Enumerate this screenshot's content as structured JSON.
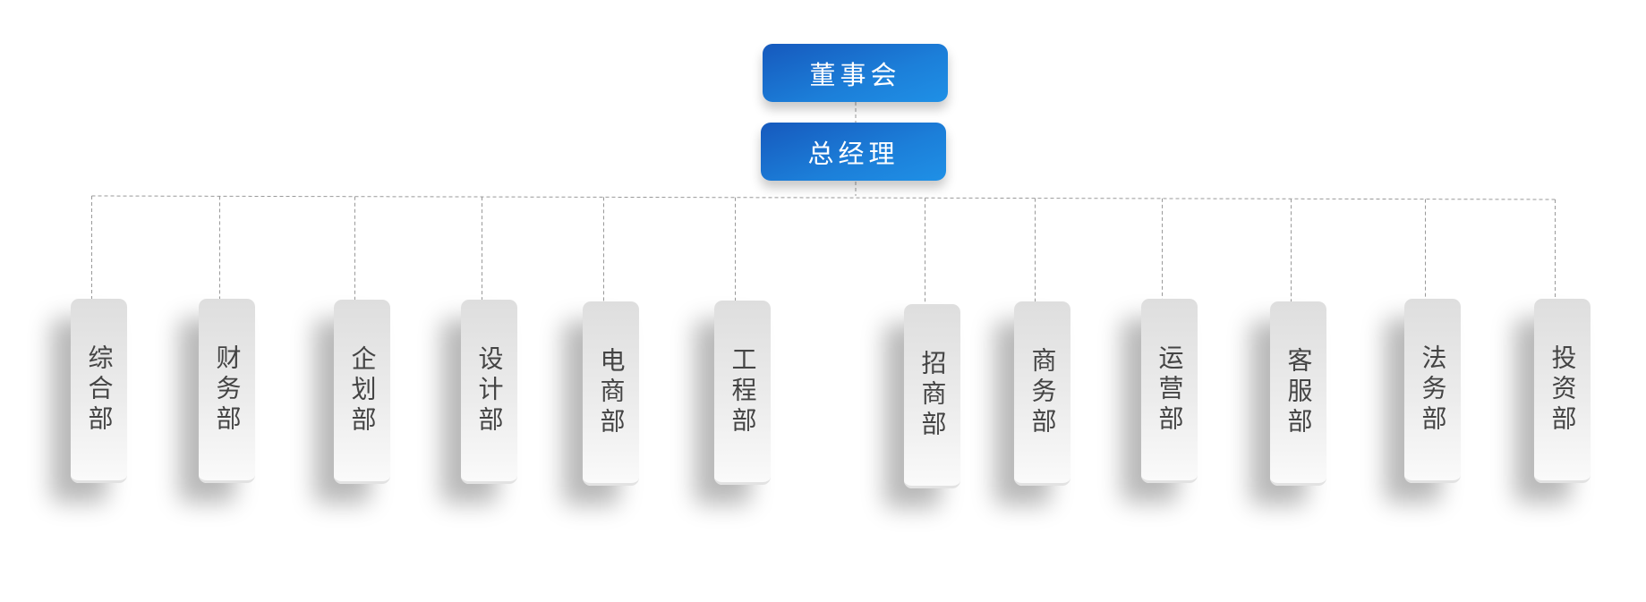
{
  "board": {
    "label": "董事会"
  },
  "gm": {
    "label": "总经理"
  },
  "departments": [
    {
      "name": "综合部"
    },
    {
      "name": "财务部"
    },
    {
      "name": "企划部"
    },
    {
      "name": "设计部"
    },
    {
      "name": "电商部"
    },
    {
      "name": "工程部"
    },
    {
      "name": "招商部"
    },
    {
      "name": "商务部"
    },
    {
      "name": "运营部"
    },
    {
      "name": "客服部"
    },
    {
      "name": "法务部"
    },
    {
      "name": "投资部"
    }
  ],
  "colors": {
    "accent": "#1c7fd9",
    "connector": "#999999"
  }
}
